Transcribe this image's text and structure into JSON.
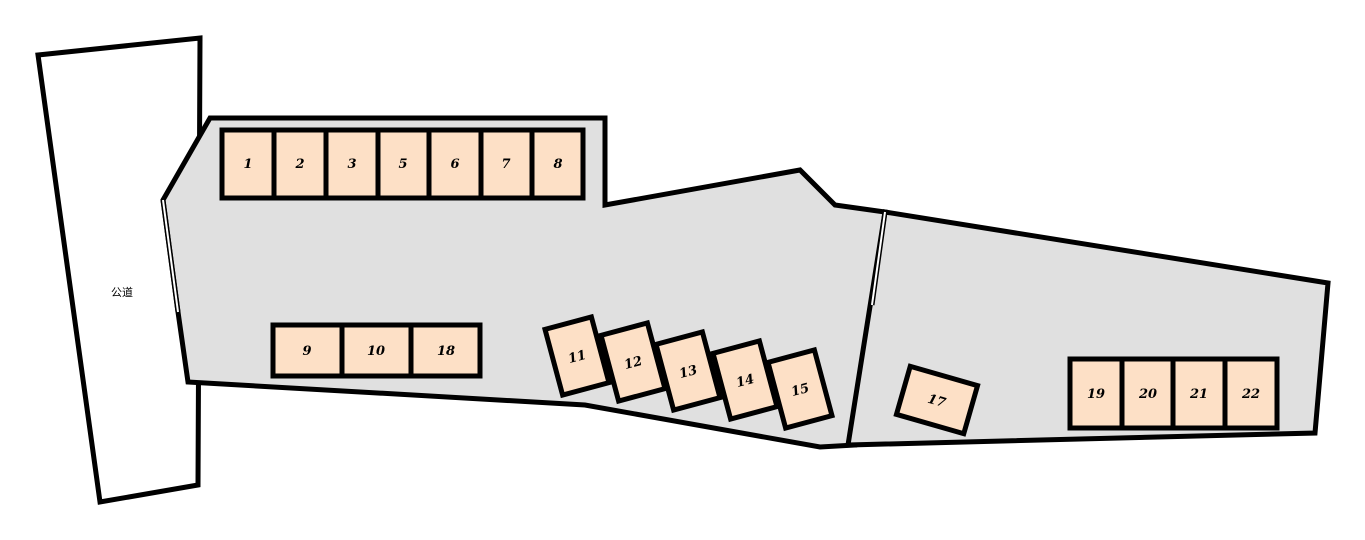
{
  "road": {
    "label": "公道"
  },
  "spaces": [
    {
      "id": "space-1",
      "label": "1"
    },
    {
      "id": "space-2",
      "label": "2"
    },
    {
      "id": "space-3",
      "label": "3"
    },
    {
      "id": "space-5",
      "label": "5"
    },
    {
      "id": "space-6",
      "label": "6"
    },
    {
      "id": "space-7",
      "label": "7"
    },
    {
      "id": "space-8",
      "label": "8"
    },
    {
      "id": "space-9",
      "label": "9"
    },
    {
      "id": "space-10",
      "label": "10"
    },
    {
      "id": "space-18",
      "label": "18"
    },
    {
      "id": "space-11",
      "label": "11"
    },
    {
      "id": "space-12",
      "label": "12"
    },
    {
      "id": "space-13",
      "label": "13"
    },
    {
      "id": "space-14",
      "label": "14"
    },
    {
      "id": "space-15",
      "label": "15"
    },
    {
      "id": "space-17",
      "label": "17"
    },
    {
      "id": "space-19",
      "label": "19"
    },
    {
      "id": "space-20",
      "label": "20"
    },
    {
      "id": "space-21",
      "label": "21"
    },
    {
      "id": "space-22",
      "label": "22"
    }
  ],
  "colors": {
    "lot": "#e0e0e0",
    "space": "#fde0c6",
    "outline": "#000000"
  }
}
